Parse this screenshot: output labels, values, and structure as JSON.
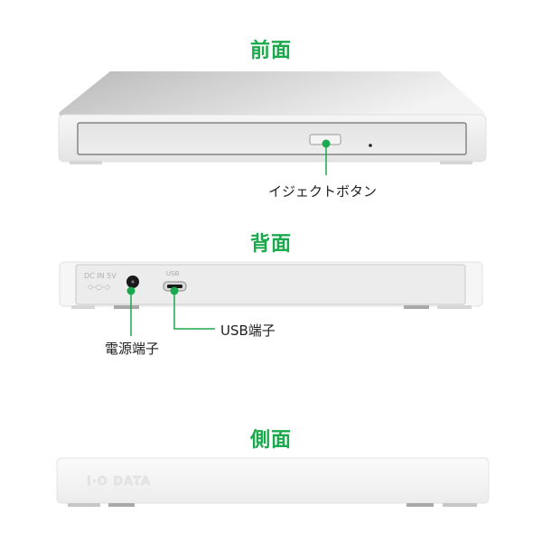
{
  "sections": {
    "front": {
      "title": "前面",
      "callouts": [
        {
          "label": "イジェクトボタン"
        }
      ]
    },
    "back": {
      "title": "背面",
      "port_markings": {
        "dc_in": "DC IN 5V",
        "usb": "USB"
      },
      "callouts": [
        {
          "label": "電源端子"
        },
        {
          "label": "USB端子"
        }
      ]
    },
    "side": {
      "title": "側面",
      "logo": "I·O DATA"
    }
  },
  "colors": {
    "accent": "#1aa94c",
    "body": "#ededed",
    "label_text": "#222222"
  }
}
